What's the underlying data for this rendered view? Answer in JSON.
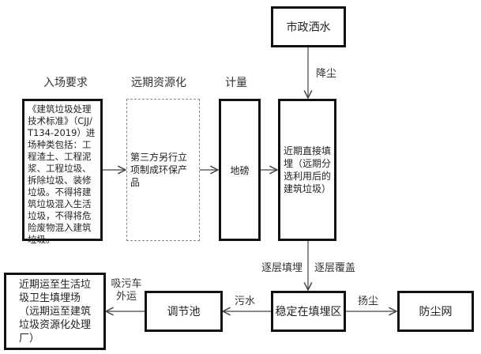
{
  "headers": {
    "entry_requirements": "入场要求",
    "long_term_resource": "远期资源化",
    "metering": "计量"
  },
  "nodes": {
    "municipal_sprinkling": "市政洒水",
    "entry_standard": "《建筑垃圾处理技术标准》（CJJ/T134-2019）进场种类包括：工程渣土、工程泥浆、工程垃圾、拆除垃圾、装修垃圾。不得将建筑垃圾混入生活垃圾，不得将危险废物混入建筑垃圾。",
    "third_party": "第三方另行立项制成环保产品",
    "weighbridge": "地磅",
    "direct_landfill": "近期直接填埋（远期分选利用后的建筑垃圾）",
    "stable_landfill": "稳定在填埋区",
    "regulating_pool": "调节池",
    "dust_net": "防尘网",
    "domestic_landfill": "近期运至生活垃圾卫生填埋场（远期运至建筑垃圾资源化处理厂）"
  },
  "edge_labels": {
    "dust_suppression": "降尘",
    "layer_fill": "逐层填埋",
    "layer_cover": "逐层覆盖",
    "sewage": "污水",
    "suction_truck": "吸污车外运",
    "dust_raise": "扬尘"
  }
}
